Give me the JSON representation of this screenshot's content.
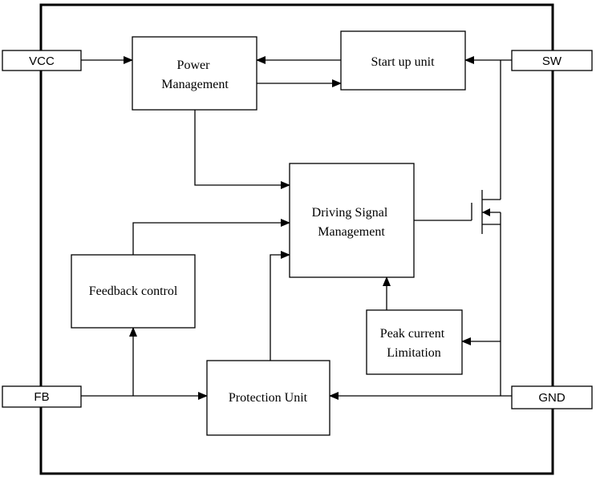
{
  "pins": {
    "vcc": "VCC",
    "sw": "SW",
    "fb": "FB",
    "gnd": "GND"
  },
  "blocks": {
    "power_management": [
      "Power",
      "Management"
    ],
    "startup_unit": [
      "Start up unit"
    ],
    "driving_signal_management": [
      "Driving Signal",
      "Management"
    ],
    "feedback_control": [
      "Feedback control"
    ],
    "peak_current_limitation": [
      "Peak current",
      "Limitation"
    ],
    "protection_unit": [
      "Protection Unit"
    ]
  }
}
